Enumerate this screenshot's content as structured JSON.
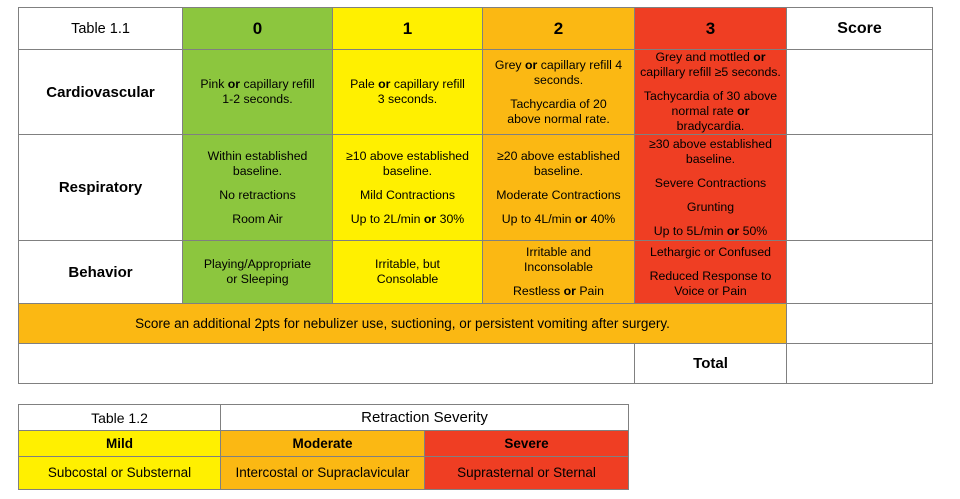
{
  "colors": {
    "green": "#8CC63E",
    "yellow": "#FFF000",
    "orange": "#FBB813",
    "red": "#EF3E23",
    "white": "#FFFFFF",
    "border": "#808080"
  },
  "table1": {
    "name": "Table 1.1",
    "columns": [
      "Table 1.1",
      "0",
      "1",
      "2",
      "3",
      "Score"
    ],
    "score_header": "Score",
    "col_0": "0",
    "col_1": "1",
    "col_2": "2",
    "col_3": "3",
    "rows": [
      {
        "label": "Cardiovascular",
        "c0": {
          "lines": [
            "Pink or capillary refill",
            "1-2 seconds."
          ],
          "l1a": "Pink ",
          "l1b": "or",
          "l1c": " capillary refill",
          "l2": "1-2 seconds."
        },
        "c1": {
          "l1a": "Pale ",
          "l1b": "or",
          "l1c": " capillary refill",
          "l2": "3 seconds."
        },
        "c2": {
          "l1a": "Grey ",
          "l1b": "or",
          "l1c": " capillary refill 4",
          "l2": "seconds.",
          "l3": "Tachycardia of 20",
          "l4": "above normal rate."
        },
        "c3": {
          "l1a": "Grey and mottled ",
          "l1b": "or",
          "l2": "capillary refill ≥5 seconds.",
          "l3": "Tachycardia of 30 above",
          "l4a": "normal rate ",
          "l4b": "or",
          "l5": "bradycardia."
        }
      },
      {
        "label": "Respiratory",
        "c0": {
          "l1": "Within established",
          "l2": "baseline.",
          "l3": "No retractions",
          "l4": "Room Air"
        },
        "c1": {
          "l1": "≥10 above established",
          "l2": "baseline.",
          "l3": "Mild Contractions",
          "l4a": "Up to 2L/min ",
          "l4b": "or",
          "l4c": " 30%"
        },
        "c2": {
          "l1": "≥20 above established",
          "l2": "baseline.",
          "l3": "Moderate Contractions",
          "l4a": "Up to 4L/min ",
          "l4b": "or",
          "l4c": " 40%"
        },
        "c3": {
          "l1": "≥30 above established",
          "l2": "baseline.",
          "l3": "Severe Contractions",
          "l4": "Grunting",
          "l5a": "Up to 5L/min ",
          "l5b": "or",
          "l5c": " 50%"
        }
      },
      {
        "label": "Behavior",
        "c0": {
          "l1": "Playing/Appropriate",
          "l2": "or Sleeping"
        },
        "c1": {
          "l1": "Irritable, but",
          "l2": "Consolable"
        },
        "c2": {
          "l1": "Irritable and",
          "l2": "Inconsolable",
          "l3a": "Restless ",
          "l3b": "or",
          "l3c": " Pain"
        },
        "c3": {
          "l1": "Lethargic or Confused",
          "l2": "Reduced Response to",
          "l3": "Voice or Pain"
        }
      }
    ],
    "note": "Score an additional 2pts for nebulizer use, suctioning, or persistent vomiting after surgery.",
    "total_label": "Total",
    "score_cells": [
      "",
      "",
      "",
      "",
      ""
    ],
    "total_value": ""
  },
  "table2": {
    "name": "Table 1.2",
    "title": "Retraction Severity",
    "severity": [
      {
        "label": "Mild",
        "value": "Subcostal or Substernal",
        "l1": "Subcostal or Substernal",
        "l2": ""
      },
      {
        "label": "Moderate",
        "value": "Intercostal or Supraclavicular",
        "l1": "Intercostal or",
        "l2": "Supraclavicular"
      },
      {
        "label": "Severe",
        "value": "Suprasternal or Sternal",
        "l1": "Suprasternal or Sternal",
        "l2": ""
      }
    ]
  }
}
